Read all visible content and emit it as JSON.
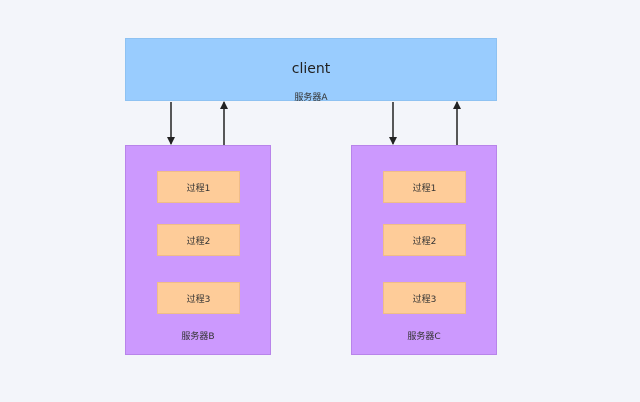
{
  "top": {
    "title": "client",
    "label": "服务器A"
  },
  "servers": [
    {
      "label": "服务器B",
      "processes": [
        "过程1",
        "过程2",
        "过程3"
      ]
    },
    {
      "label": "服务器C",
      "processes": [
        "过程1",
        "过程2",
        "过程3"
      ]
    }
  ],
  "colors": {
    "top_box": "#99ccfe",
    "server_box": "#cc99fe",
    "process_box": "#fecc99",
    "arrow": "#222222",
    "background": "#f3f5fa"
  }
}
